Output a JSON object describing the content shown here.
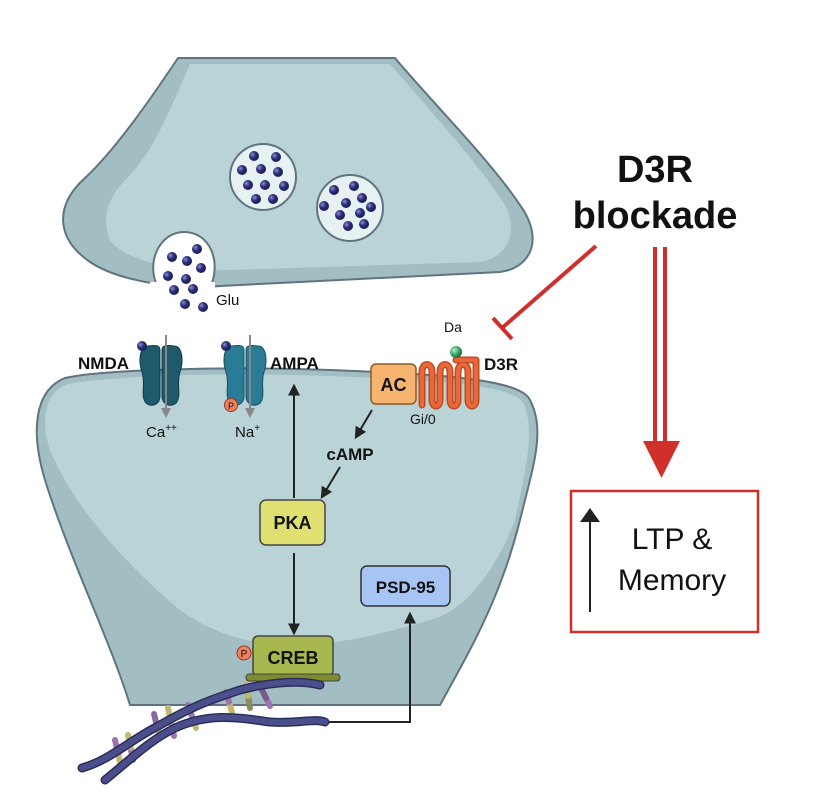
{
  "title": "D3R blockade",
  "title_lines": [
    "D3R",
    "blockade"
  ],
  "presynaptic": {
    "neurotransmitter_label": "Glu"
  },
  "receptors": {
    "nmda": {
      "label": "NMDA",
      "ion": "Ca++",
      "ion_base": "Ca",
      "ion_charge": "++"
    },
    "ampa": {
      "label": "AMPA",
      "ion": "Na+",
      "ion_base": "Na",
      "ion_charge": "+",
      "phospho": "P"
    },
    "d3r": {
      "label": "D3R",
      "ligand": "Da",
      "g_protein": "Gi/0"
    }
  },
  "signaling": {
    "ac": "AC",
    "camp": "cAMP",
    "pka": "PKA",
    "creb": "CREB",
    "creb_phospho": "P",
    "psd95": "PSD-95"
  },
  "outcome": {
    "lines": [
      "LTP &",
      "Memory"
    ],
    "direction": "up"
  },
  "colors": {
    "cell_fill": "#b9d3d6",
    "cell_shadow": "#a3bec2",
    "cell_stroke": "#5f7480",
    "nmda": "#1e5a6b",
    "ampa": "#2a7b95",
    "d3r": "#e8683a",
    "ac": "#f6b470",
    "pka": "#e0e070",
    "creb": "#a9b84e",
    "psd95": "#a6c4f4",
    "phospho": "#f08060",
    "inhibit_arrow": "#d0302a",
    "outcome_border": "#d0302a",
    "dna_backbone": "#4a4f8c",
    "glu_dot": "#2b2f7a",
    "ligand": "#3aa56a"
  }
}
